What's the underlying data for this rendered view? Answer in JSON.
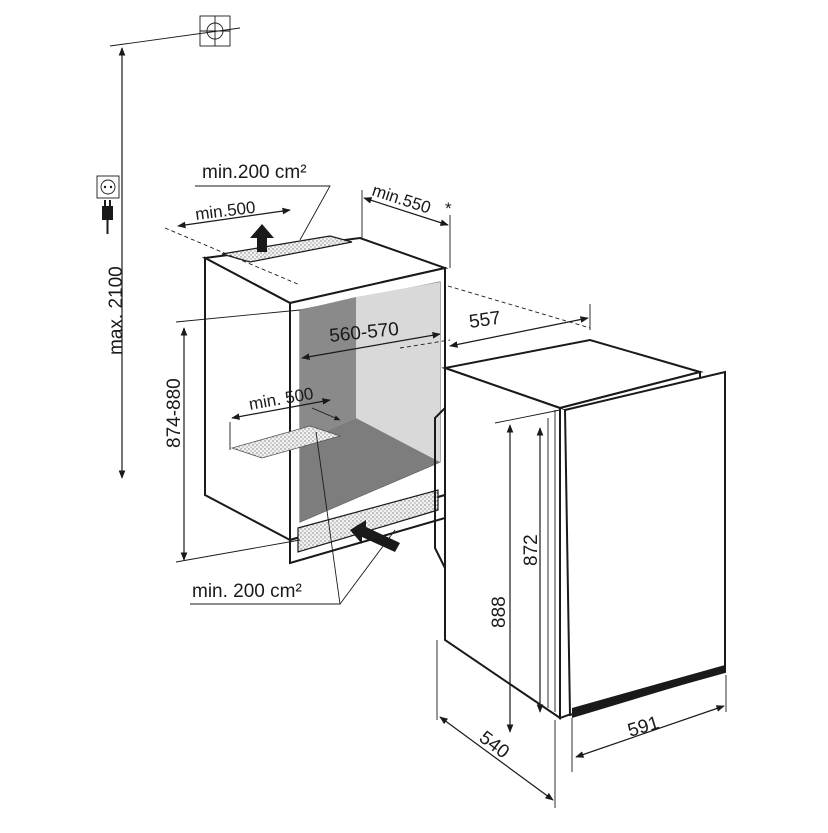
{
  "diagram": {
    "labels": {
      "top_vent_area": "min.200 cm²",
      "top_vent_depth": "min.500",
      "max_height": "max. 2100",
      "depth_min": "min.550",
      "depth_asterisk": "*",
      "niche_width": "560-570",
      "niche_depth": "557",
      "niche_height": "874-880",
      "floor_depth": "min. 500",
      "bottom_vent_area": "min. 200 cm²",
      "appliance_height_outer": "888",
      "appliance_height_inner": "872",
      "appliance_depth": "540",
      "appliance_width": "591"
    },
    "icons": [
      "ceiling-mount-icon",
      "power-socket-icon",
      "power-plug-icon"
    ]
  }
}
